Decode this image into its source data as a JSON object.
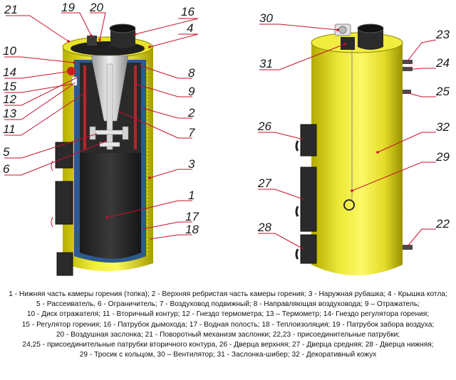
{
  "callouts": {
    "c1": "1",
    "c2": "2",
    "c3": "3",
    "c4": "4",
    "c5": "5",
    "c6": "6",
    "c7": "7",
    "c8": "8",
    "c9": "9",
    "c10": "10",
    "c11": "11",
    "c12": "12",
    "c13": "13",
    "c14": "14",
    "c15": "15",
    "c16": "16",
    "c17": "17",
    "c18": "18",
    "c19": "19",
    "c20": "20",
    "c21": "21",
    "c22": "22",
    "c23": "23",
    "c24": "24",
    "c25": "25",
    "c26": "26",
    "c27": "27",
    "c28": "28",
    "c29": "29",
    "c30": "30",
    "c31": "31",
    "c32": "32"
  },
  "legend": [
    "1 - Нижняя часть камеры горения (топка); 2 - Верхняя ребристая часть камеры горения; 3 - Наружная рубашка; 4 - Крышка котла;",
    "5 - Рассеиватель, 6 - Ограничитель; 7 - Воздуховод подвижный; 8 - Направляющая воздуховода; 9 – Отражатель;",
    "10 - Диск отражателя; 11 - Вторичный контур; 12 - Гнездо термометра; 13 – Термометр; 14- Гнездо регулятора горения;",
    "15 - Регулятор горения; 16 - Патрубок дымохода; 17 - Водная полость; 18 - Теплоизоляция; 19 - Патрубок забора воздуха;",
    "20 - Воздушная заслонка; 21 - Поворотный механизм заслонки; 22,23 - присоединительные патрубки;",
    "24,25 - присоединительные патрубки вторичного контура, 26 - Дверца верхняя; 27 - Дверца средняя; 28 - Дверца нижняя;",
    "29 - Тросик с кольцом, 30 – Вентилятор; 31 - Заслонка-шибер; 32 - Декоративный кожух"
  ]
}
